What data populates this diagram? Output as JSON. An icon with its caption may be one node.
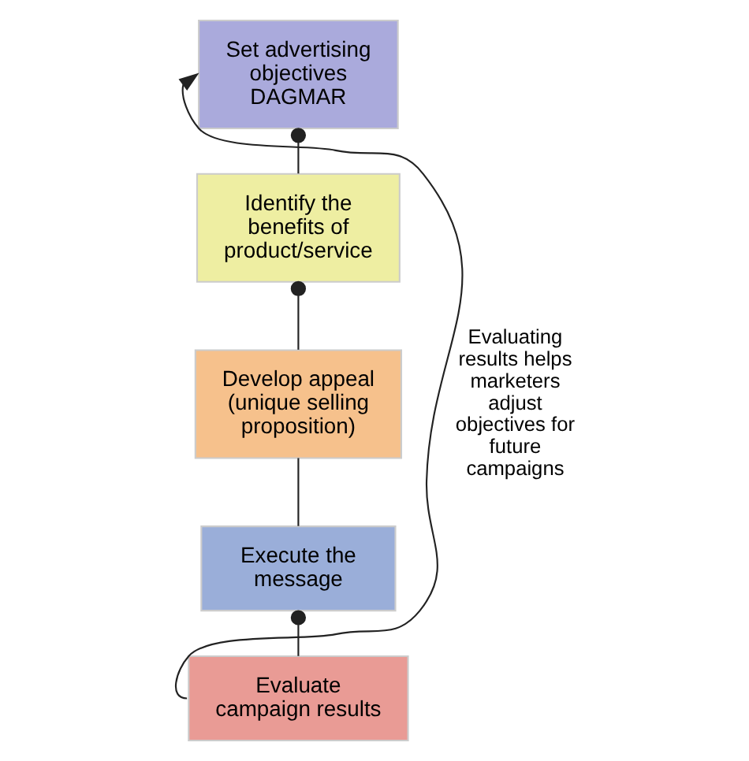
{
  "diagram": {
    "nodes": [
      {
        "text": [
          "Set advertising objectives DAGMAR"
        ]
      },
      {
        "text": [
          "Identify the benefits of product/service"
        ]
      },
      {
        "text": [
          "Develop appeal (unique selling proposition)"
        ]
      },
      {
        "text": [
          "Execute the message"
        ]
      },
      {
        "text": [
          "Evaluate campaign results"
        ]
      }
    ],
    "edges": [
      {
        "from": 0,
        "to": 1,
        "arrow": "other"
      },
      {
        "from": 1,
        "to": 2,
        "arrow": "other"
      },
      {
        "from": 2,
        "to": 3,
        "arrow": "none"
      },
      {
        "from": 3,
        "to": 4,
        "arrow": "other"
      },
      {
        "from": 4,
        "to": 0,
        "arrow": "to",
        "label": "Evaluating results helps marketers adjust objectives for future campaigns"
      }
    ]
  }
}
